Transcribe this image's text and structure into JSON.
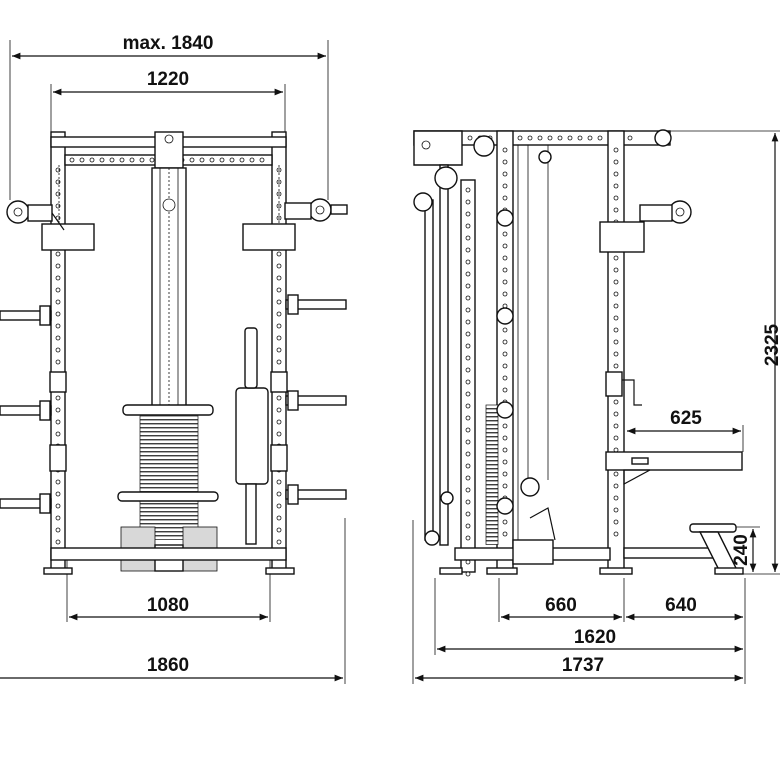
{
  "front_view": {
    "dimensions": {
      "max_width": "max. 1840",
      "top_width": "1220",
      "inner_width": "1080",
      "total_width": "1860"
    }
  },
  "side_view": {
    "dimensions": {
      "height": "2325",
      "arm_length": "625",
      "bench_height": "240",
      "rack_depth": "660",
      "bench_depth": "640",
      "frame_depth": "1620",
      "total_depth": "1737"
    }
  }
}
